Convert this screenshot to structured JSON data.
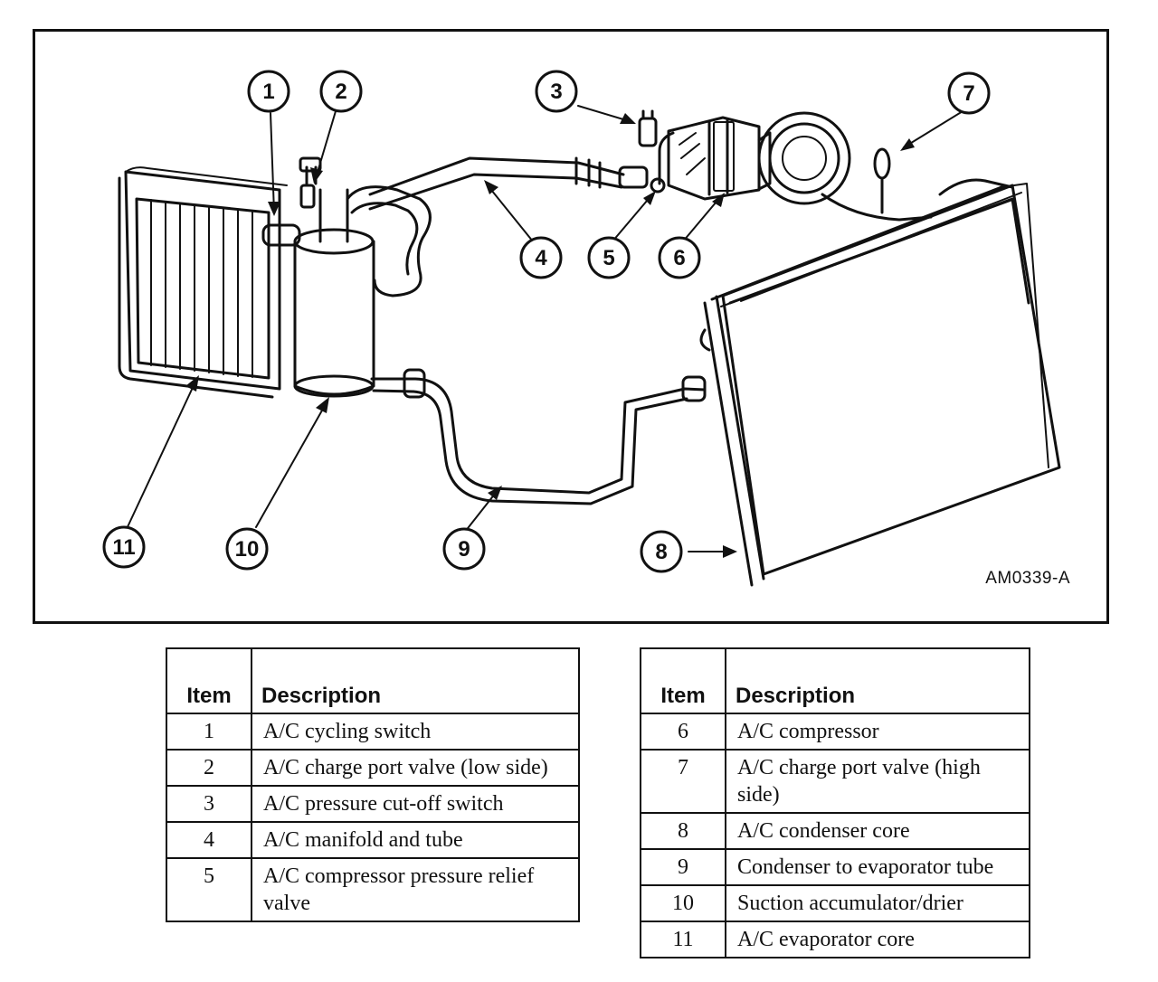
{
  "figure": {
    "id": "AM0339-A",
    "callouts": [
      "1",
      "2",
      "3",
      "4",
      "5",
      "6",
      "7",
      "8",
      "9",
      "10",
      "11"
    ]
  },
  "legend": {
    "headers": {
      "item": "Item",
      "description": "Description"
    },
    "left": [
      {
        "item": "1",
        "description": "A/C cycling switch"
      },
      {
        "item": "2",
        "description": "A/C charge port valve (low side)"
      },
      {
        "item": "3",
        "description": "A/C pressure cut-off switch"
      },
      {
        "item": "4",
        "description": "A/C manifold and tube"
      },
      {
        "item": "5",
        "description": "A/C compressor pressure relief valve"
      }
    ],
    "right": [
      {
        "item": "6",
        "description": "A/C compressor"
      },
      {
        "item": "7",
        "description": "A/C charge port valve (high side)"
      },
      {
        "item": "8",
        "description": "A/C condenser core"
      },
      {
        "item": "9",
        "description": "Condenser to evaporator tube"
      },
      {
        "item": "10",
        "description": "Suction accumulator/drier"
      },
      {
        "item": "11",
        "description": "A/C evaporator core"
      }
    ]
  }
}
